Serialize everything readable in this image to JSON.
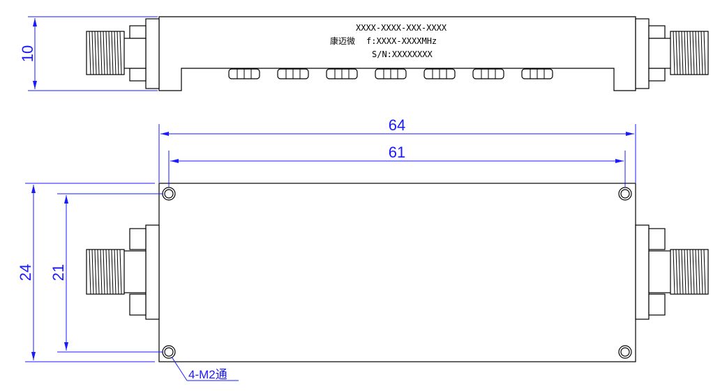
{
  "product_label": {
    "part_number": "XXXX-XXXX-XXX-XXXX",
    "brand": "康迈微",
    "frequency": "f:XXXX-XXXXMHz",
    "serial": "S/N:XXXXXXXX"
  },
  "dimensions": {
    "height": "10",
    "overall_length": "64",
    "hole_spacing_length": "61",
    "overall_width": "24",
    "hole_spacing_width": "21",
    "hole_note": "4-M2通"
  },
  "colors": {
    "outline": "#000000",
    "dimension": "#1a1aff"
  }
}
